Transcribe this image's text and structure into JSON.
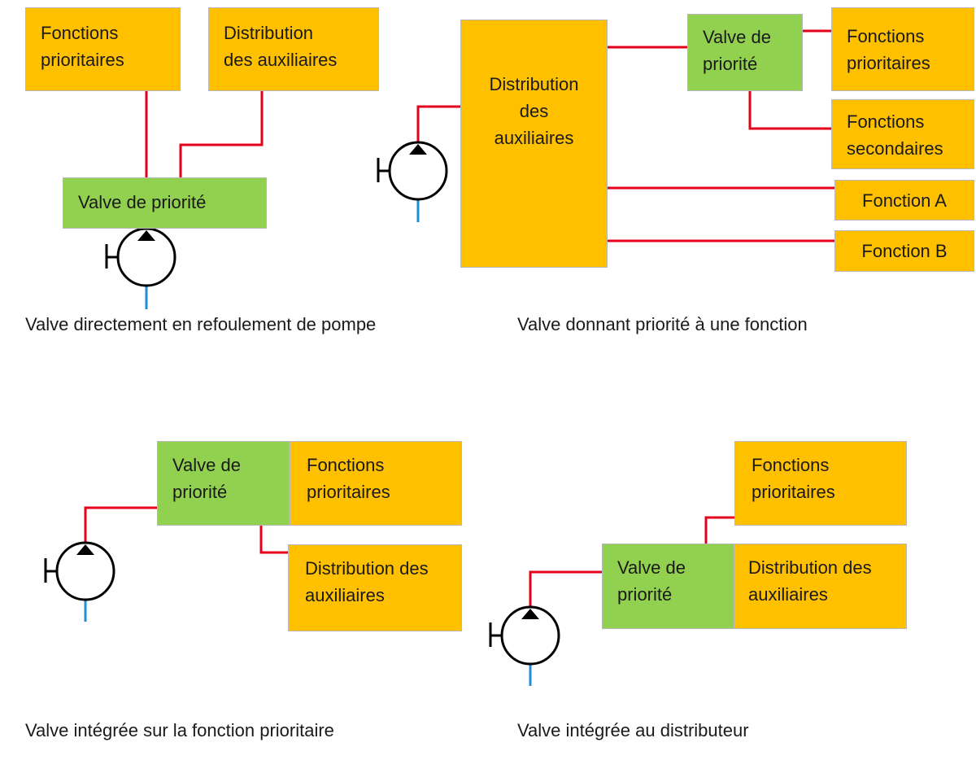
{
  "colors": {
    "function_box": "#ffc000",
    "valve_box": "#92d050",
    "pressure_line": "#e3001b",
    "suction_line": "#1f8fd6",
    "pump": "#000000"
  },
  "diagram1": {
    "caption": "Valve directement en refoulement de pompe",
    "priority_functions": "Fonctions\nprioritaires",
    "aux_distribution": "Distribution\ndes auxiliaires",
    "valve": "Valve de priorité",
    "pump_icon": "hydraulic-pump-icon"
  },
  "diagram2": {
    "caption": "Valve donnant priorité à une fonction",
    "aux_distribution": "Distribution\ndes\nauxiliaires",
    "valve": "Valve de\npriorité",
    "priority_functions": "Fonctions\nprioritaires",
    "secondary_functions": "Fonctions\nsecondaires",
    "function_a": "Fonction A",
    "function_b": "Fonction B",
    "pump_icon": "hydraulic-pump-icon"
  },
  "diagram3": {
    "caption": "Valve intégrée sur la fonction prioritaire",
    "valve": "Valve de\npriorité",
    "priority_functions": "Fonctions\nprioritaires",
    "aux_distribution": "Distribution des\nauxiliaires",
    "pump_icon": "hydraulic-pump-icon"
  },
  "diagram4": {
    "caption": "Valve intégrée au distributeur",
    "priority_functions": "Fonctions\nprioritaires",
    "valve": "Valve de\npriorité",
    "aux_distribution": "Distribution des\nauxiliaires",
    "pump_icon": "hydraulic-pump-icon"
  }
}
